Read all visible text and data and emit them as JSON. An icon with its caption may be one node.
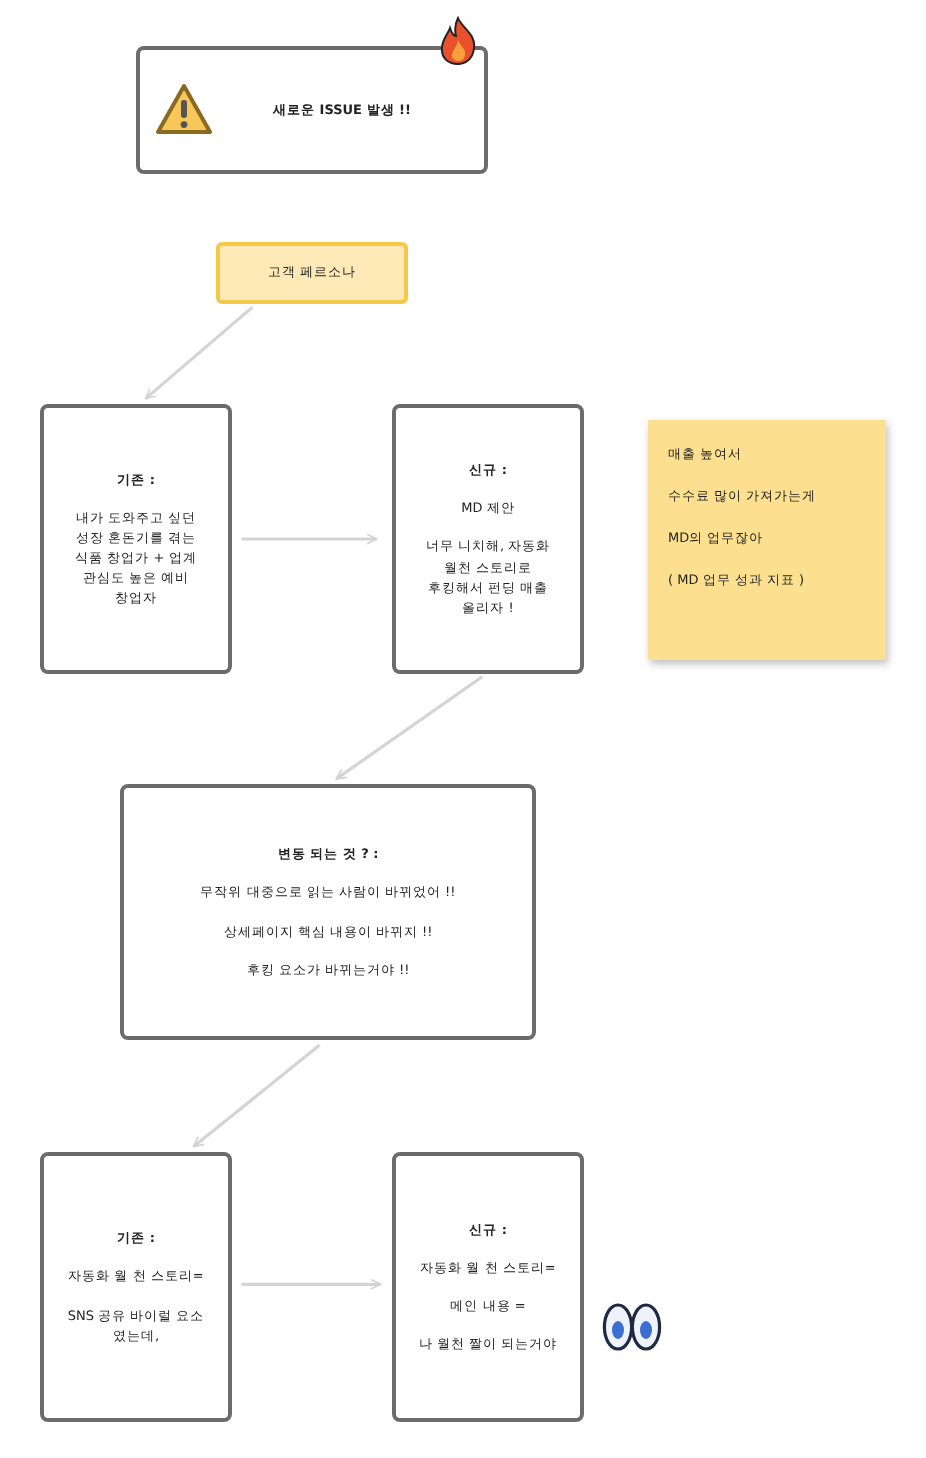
{
  "diagram": {
    "nodes": [
      {
        "text": [
          "새로운 ISSUE 발생 !!"
        ]
      },
      {
        "text": [
          "고객 페르소나"
        ]
      },
      {
        "text": [
          "기존 :",
          "내가 도와주고 싶던 성장 혼돈기를 겪는 식품 창업가 + 업계 관심도 높은 예비 창업자"
        ]
      },
      {
        "text": [
          "신규 :",
          "MD 제안",
          "너무 니치해, 자동화 월천 스토리로 후킹해서 펀딩 매출 올리자 !"
        ]
      },
      {
        "text": [
          "매출 높여서",
          "수수료 많이 가져가는게",
          "MD의 업무잖아",
          "( MD 업무 성과 지표 )"
        ]
      },
      {
        "text": [
          "변동 되는 것 ? :",
          "무작위 대중으로 읽는 사람이 바뀌었어 !!",
          "상세페이지 핵심 내용이 바뀌지 !!",
          "후킹 요소가 바뀌는거야 !!"
        ]
      },
      {
        "text": [
          "기존 :",
          "자동화 월 천 스토리=",
          "SNS 공유 바이럴 요소 였는데,"
        ]
      },
      {
        "text": [
          "신규 :",
          "자동화 월 천 스토리=",
          "메인 내용 =",
          "나 월천 짤이 되는거야"
        ]
      }
    ],
    "edges": [
      {
        "from": 1,
        "to": 2,
        "arrow": "to"
      },
      {
        "from": 2,
        "to": 3,
        "arrow": "to"
      },
      {
        "from": 3,
        "to": 5,
        "arrow": "to"
      },
      {
        "from": 5,
        "to": 6,
        "arrow": "to"
      },
      {
        "from": 6,
        "to": 7,
        "arrow": "to"
      }
    ]
  }
}
